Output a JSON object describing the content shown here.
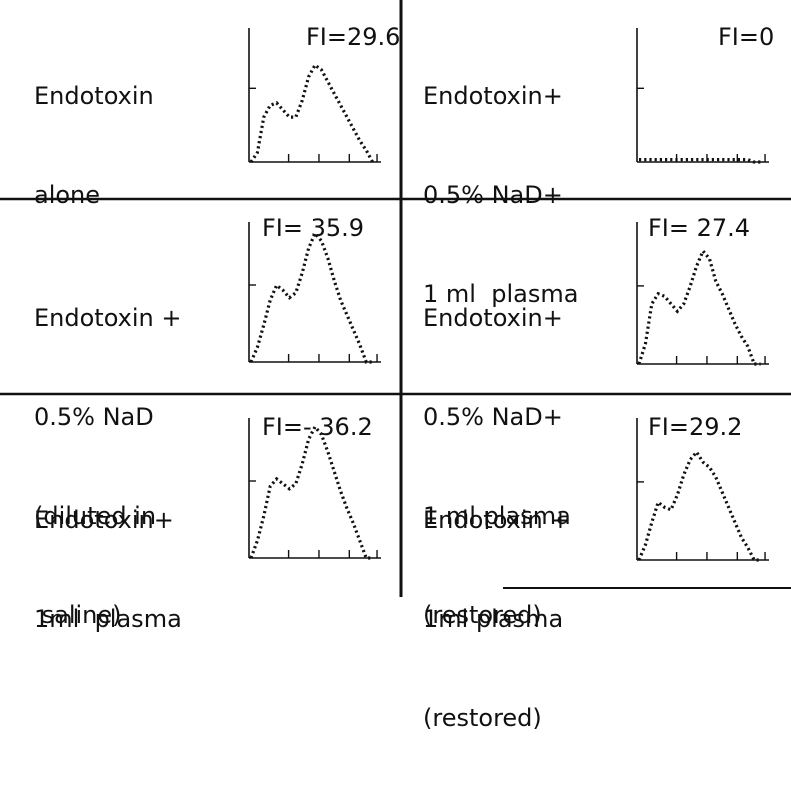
{
  "chart_data": [
    {
      "type": "line",
      "panel": "top-left",
      "label_lines": [
        "Endotoxin",
        "alone"
      ],
      "annotation": "FI=29.6",
      "x": [
        0,
        0.5,
        1,
        1.5,
        2,
        2.5,
        3,
        3.5,
        4,
        4.5,
        5,
        5.5,
        6,
        6.5,
        7,
        7.5,
        8,
        8.5,
        9,
        9.5
      ],
      "values": [
        0,
        8,
        38,
        48,
        50,
        44,
        38,
        38,
        52,
        72,
        82,
        78,
        68,
        58,
        48,
        38,
        28,
        18,
        10,
        0
      ],
      "xlim": [
        0,
        10
      ],
      "ylim": [
        0,
        110
      ],
      "grid": false
    },
    {
      "type": "line",
      "panel": "top-right",
      "label_lines": [
        "Endotoxin+",
        "0.5% NaD+",
        "1 ml  plasma"
      ],
      "annotation": "FI=0",
      "x": [
        0,
        0.5,
        1,
        1.5,
        2,
        2.5,
        3,
        3.5,
        4,
        4.5,
        5,
        5.5,
        6,
        6.5,
        7,
        7.5,
        8,
        8.5,
        9,
        9.5
      ],
      "values": [
        2,
        2,
        2,
        2,
        2,
        2,
        2,
        2,
        2,
        2,
        2,
        2,
        2,
        2,
        2,
        2,
        2,
        2,
        0,
        0
      ],
      "xlim": [
        0,
        10
      ],
      "ylim": [
        0,
        110
      ],
      "grid": false
    },
    {
      "type": "line",
      "panel": "middle-left",
      "label_lines": [
        "Endotoxin +",
        "0.5% NaD",
        "(diluted in",
        " saline)"
      ],
      "annotation": "FI= 35.9",
      "x": [
        0,
        0.5,
        1,
        1.5,
        2,
        2.5,
        3,
        3.5,
        4,
        4.5,
        5,
        5.5,
        6,
        6.5,
        7,
        7.5,
        8,
        8.5,
        9,
        9.5
      ],
      "values": [
        0,
        12,
        30,
        50,
        62,
        58,
        52,
        56,
        72,
        92,
        104,
        98,
        84,
        66,
        50,
        38,
        26,
        14,
        0,
        0
      ],
      "xlim": [
        0,
        10
      ],
      "ylim": [
        0,
        110
      ],
      "grid": false
    },
    {
      "type": "line",
      "panel": "middle-right",
      "label_lines": [
        "Endotoxin+",
        "0.5% NaD+",
        "1 ml plasma",
        "(restored)"
      ],
      "annotation": "FI= 27.4",
      "x": [
        0,
        0.5,
        1,
        1.5,
        2,
        2.5,
        3,
        3.5,
        4,
        4.5,
        5,
        5.5,
        6,
        6.5,
        7,
        7.5,
        8,
        8.5,
        9,
        9.5
      ],
      "values": [
        0,
        16,
        48,
        56,
        54,
        48,
        42,
        48,
        62,
        78,
        90,
        84,
        66,
        56,
        44,
        32,
        22,
        14,
        0,
        0
      ],
      "xlim": [
        0,
        10
      ],
      "ylim": [
        0,
        110
      ],
      "grid": false
    },
    {
      "type": "line",
      "panel": "bottom-left",
      "label_lines": [
        "Endotoxin+",
        "1ml  plasma"
      ],
      "annotation": "FI=- 36.2",
      "x": [
        0,
        0.5,
        1,
        1.5,
        2,
        2.5,
        3,
        3.5,
        4,
        4.5,
        5,
        5.5,
        6,
        6.5,
        7,
        7.5,
        8,
        8.5,
        9,
        9.5
      ],
      "values": [
        0,
        14,
        34,
        58,
        64,
        60,
        56,
        60,
        76,
        96,
        106,
        100,
        86,
        70,
        54,
        40,
        28,
        14,
        0,
        0
      ],
      "xlim": [
        0,
        10
      ],
      "ylim": [
        0,
        110
      ],
      "grid": false
    },
    {
      "type": "line",
      "panel": "bottom-right",
      "label_lines": [
        "Endotoxin +",
        "1ml plasma",
        "(restored)"
      ],
      "annotation": "FI=29.2",
      "x": [
        0,
        0.5,
        1,
        1.5,
        2,
        2.5,
        3,
        3.5,
        4,
        4.5,
        5,
        5.5,
        6,
        6.5,
        7,
        7.5,
        8,
        8.5,
        9,
        9.5
      ],
      "values": [
        0,
        12,
        30,
        46,
        42,
        40,
        52,
        68,
        80,
        86,
        78,
        74,
        66,
        54,
        42,
        30,
        18,
        10,
        0,
        0
      ],
      "xlim": [
        0,
        10
      ],
      "ylim": [
        0,
        110
      ],
      "grid": false
    }
  ]
}
